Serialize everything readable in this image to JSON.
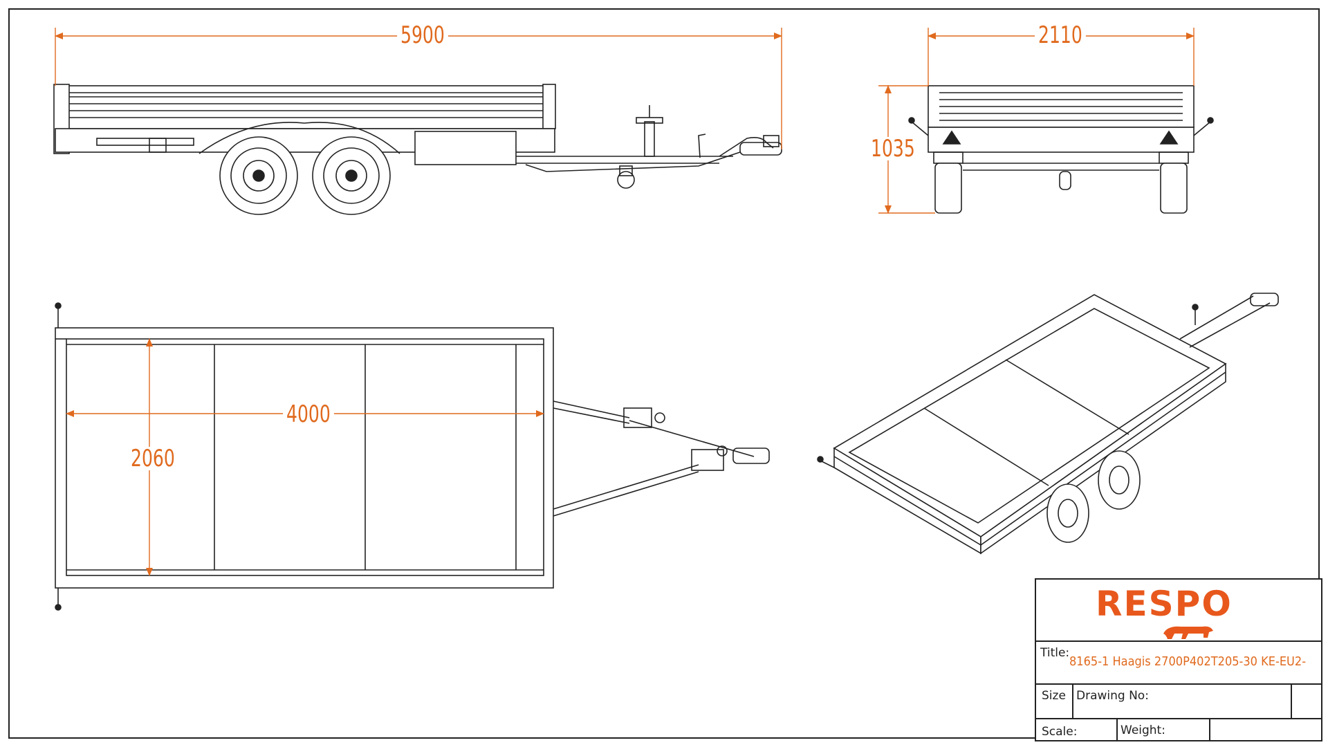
{
  "dimensions": {
    "overall_length": "5900",
    "overall_width": "2110",
    "height": "1035",
    "box_length": "4000",
    "box_width": "2060"
  },
  "title_block": {
    "brand": "RESPO",
    "title_label": "Title:",
    "title_value": "8165-1 Haagis 2700P402T205-30 KE-EU2-",
    "size_label": "Size",
    "drawing_no_label": "Drawing No:",
    "scale_label": "Scale:",
    "weight_label": "Weight:"
  },
  "colors": {
    "dimension": "#e06a1e",
    "brand": "#e8581c",
    "line": "#222222"
  }
}
